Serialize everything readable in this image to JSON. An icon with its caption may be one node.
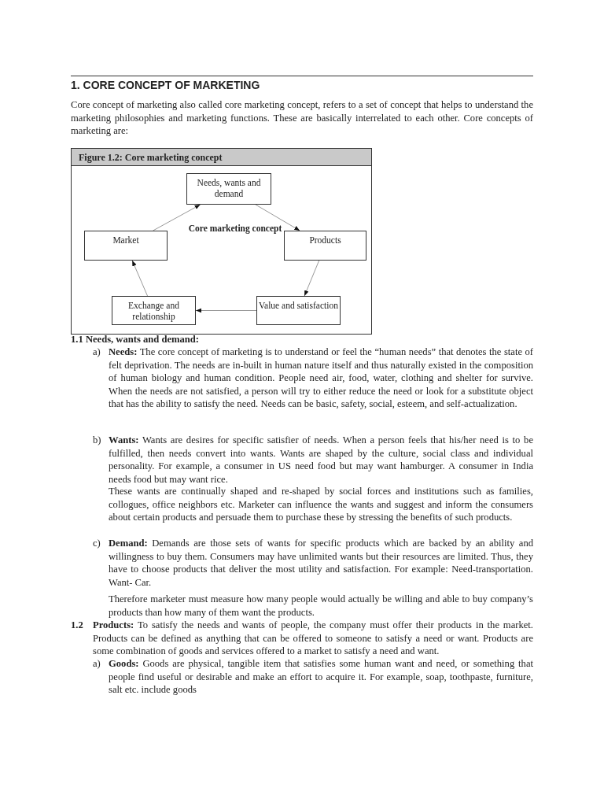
{
  "diagram": {
    "title": "1. CORE CONCEPT OF MARKETING",
    "nodes": [
      {
        "text": [
          "Figure 1.2: Core marketing concept"
        ]
      },
      {
        "text": [
          "Needs, wants and demand"
        ],
        "in": 0
      },
      {
        "text": [
          "Market"
        ],
        "in": 0
      },
      {
        "text": [
          "Products"
        ],
        "in": 0
      },
      {
        "text": [
          "Exchange and relationship"
        ],
        "in": 0
      },
      {
        "text": [
          "Value and satisfaction"
        ],
        "in": 0
      }
    ],
    "edges": [
      {
        "from": 1,
        "to": 3,
        "arrow": "to"
      },
      {
        "from": 3,
        "to": 5,
        "arrow": "to"
      },
      {
        "from": 5,
        "to": 4,
        "arrow": "to"
      },
      {
        "from": 4,
        "to": 2,
        "arrow": "to"
      },
      {
        "from": 2,
        "to": 1,
        "arrow": "to"
      }
    ],
    "labels": [
      "Core marketing concept",
      "Core concept of marketing also called core marketing concept, refers to a set of concept that helps to understand the marketing philosophies and marketing functions. These are basically interrelated to each other. Core concepts of marketing are:",
      "1.1 Needs, wants and demand:",
      "a)",
      "**Needs:** The core concept of marketing is to understand or feel the “human needs” that denotes the state of felt deprivation. The needs are in-built in human nature itself and thus naturally existed in the composition of human biology and human condition. People need air, food, water, clothing and shelter for survive. When the needs are not satisfied, a person will try to either reduce the need or look for a substitute object that has the ability to satisfy the need. Needs can be basic, safety, social, esteem, and self-actualization.",
      "b)",
      "**Wants:** Wants are desires for specific satisfier of needs. When a person feels that his/her need is to be fulfilled, then needs convert into wants. Wants are shaped by the culture, social class and individual personality. For example, a consumer in US need food but may want hamburger. A consumer in India needs food but may want rice.",
      "These wants are continually shaped and re-shaped by social forces and institutions such as families, collogues, office neighbors etc. Marketer can influence the wants and suggest and inform the consumers about certain products and persuade them to purchase these by stressing the benefits of such products.",
      "c)",
      "**Demand:** Demands are those sets of wants for specific products which are backed by an ability and willingness to buy them. Consumers may have unlimited wants but their resources are limited. Thus, they have to choose products that deliver the most utility and satisfaction. For example: Need-transportation. Want- Car.",
      "Therefore marketer must measure how many people would actually be willing and able to buy company’s products than how many of them want the products.",
      "1.2",
      "**Products:** To satisfy the needs and wants of people, the company must offer their products in the market. Products can be defined as anything that can be offered to someone to satisfy a need or want. Products are some combination of goods and services offered to a market to satisfy a need and want.",
      "a)",
      "**Goods:** Goods are physical, tangible item that satisfies some human want and need, or something that people find useful or desirable and make an effort to acquire it. For example, soap, toothpaste, furniture, salt etc. include goods"
    ]
  }
}
